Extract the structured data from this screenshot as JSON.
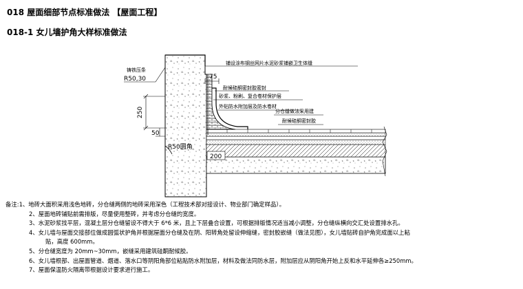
{
  "header": {
    "section_title": "018  屋面细部节点标准做法  【屋面工程】",
    "subsection_title": "018-1  女儿墙护角大样标准做法"
  },
  "drawing": {
    "annotations": {
      "coping_label": "铸铁压条",
      "coping_dims": "R50,30",
      "top_note": "铺设涂布钢丝网片水泥砂浆铺嵌卫生体缝",
      "dim_75": "75",
      "weathering_note": "耐候硅酮密封胶密封",
      "mortar_note": "砂浆、粉刷、复合卷材保护层",
      "waterproof_note": "外贴防水附加层及防水卷材",
      "joint_note": "分仓缝做法采用建",
      "sealant_note": "耐候硅酮密封胶",
      "dim_250": "250",
      "dim_50": "50",
      "r50_label": "R50圆角",
      "dim_200": "200"
    }
  },
  "notes": {
    "label": "备注:",
    "items": [
      "1、地砖大面积采用浅色地砖，分仓缝两侧的地砖采用深色（工程技术部对接设计、物业部门确定样品）。",
      "2、屋面地砖铺贴前需排版，尽量使用整砖，并考虑分仓缝的宽度。",
      "3、水泥砂浆找平层，混凝土层分仓缝留设不得大于 6*6 米，且上下层叠合设置，可根据排版情况适当减小调整，分仓缝纵横向交汇处设置排水孔。",
      "4、女儿墙与屋面交接部位做成圆弧状护角并根据屋面分仓缝及在阴、阳转角处留设伸缩缝，密封胶嵌缝（做法见图），女儿墙贴砖自护角完成面以上粘",
      "贴，高度 600mm。",
      "5、分仓缝宽度为 20mm~30mm，嵌缝采用建筑硅酮耐候胶。",
      "6、女儿墙根部、出屋面管道、烟道、落水口等阴阳角部位粘贴防水附加层，材料及做法同防水层，附加层应从阴阳角开始上反和水平延伸各≥250mm。",
      "7、屋面保温防火隔离带根据设计要求进行施工。"
    ]
  }
}
